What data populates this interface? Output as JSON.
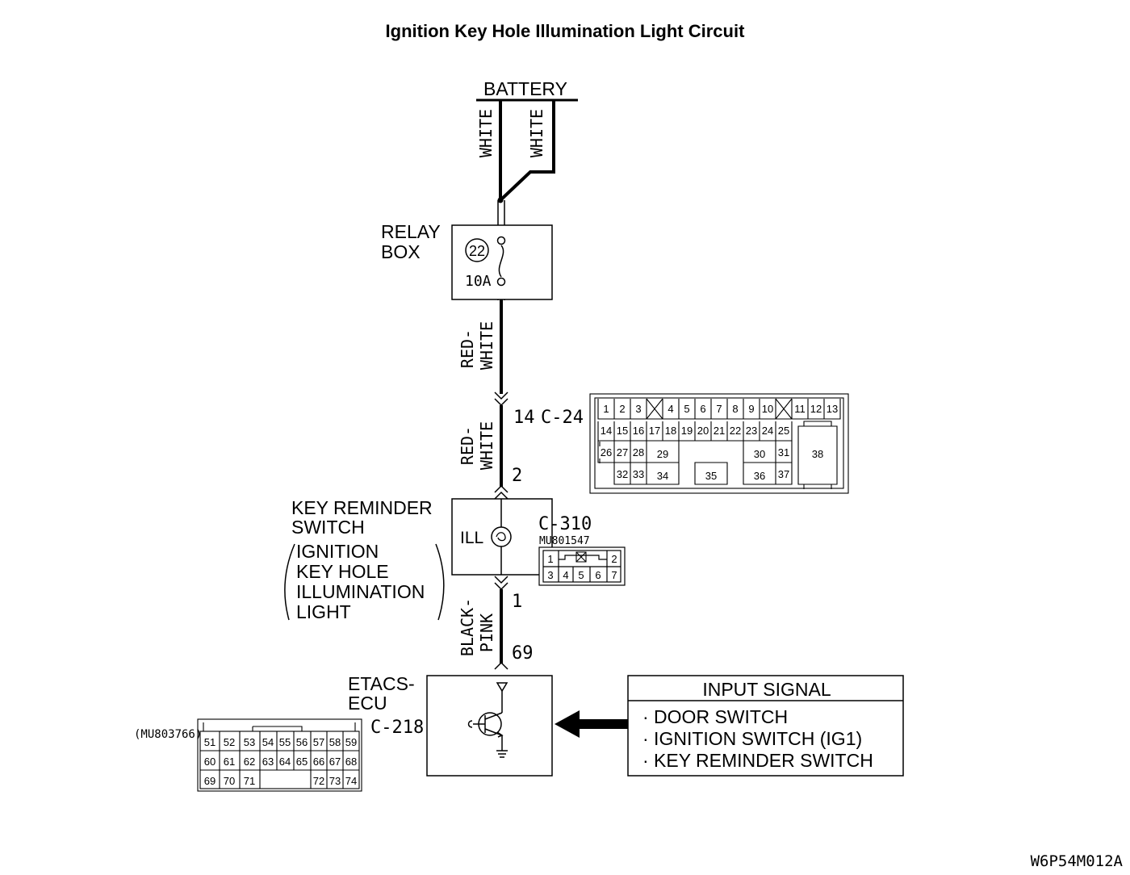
{
  "title": "Ignition Key Hole Illumination Light Circuit",
  "battery": "BATTERY",
  "wires": {
    "white_left": "WHITE",
    "white_right": "WHITE",
    "red_white_1a": "RED-",
    "red_white_1b": "WHITE",
    "red_white_2a": "RED-",
    "red_white_2b": "WHITE",
    "black_pink_a": "BLACK-",
    "black_pink_b": "PINK"
  },
  "relay_box": {
    "label_line1": "RELAY",
    "label_line2": "BOX",
    "fuse_number": "22",
    "fuse_rating": "10A"
  },
  "connector_c24": {
    "pin": "14",
    "name": "C-24",
    "pins": [
      "1",
      "2",
      "3",
      "4",
      "5",
      "6",
      "7",
      "8",
      "9",
      "10",
      "11",
      "12",
      "13",
      "14",
      "15",
      "16",
      "17",
      "18",
      "19",
      "20",
      "21",
      "22",
      "23",
      "24",
      "25",
      "26",
      "27",
      "28",
      "29",
      "30",
      "31",
      "32",
      "33",
      "34",
      "35",
      "36",
      "37",
      "38"
    ]
  },
  "key_reminder": {
    "label_line1": "KEY REMINDER",
    "label_line2": "SWITCH",
    "sub_line1": "IGNITION",
    "sub_line2": "KEY HOLE",
    "sub_line3": "ILLUMINATION",
    "sub_line4": "LIGHT",
    "ill_text": "ILL",
    "pin_top": "2",
    "pin_bottom": "1"
  },
  "connector_c310": {
    "name": "C-310",
    "part": "MU801547",
    "pins": [
      "1",
      "2",
      "3",
      "4",
      "5",
      "6",
      "7"
    ]
  },
  "etacs": {
    "label_line1": "ETACS-",
    "label_line2": "ECU",
    "connector": "C-218",
    "pin": "69"
  },
  "connector_c218": {
    "part": "(MU803766)",
    "pins": [
      "51",
      "52",
      "53",
      "54",
      "55",
      "56",
      "57",
      "58",
      "59",
      "60",
      "61",
      "62",
      "63",
      "64",
      "65",
      "66",
      "67",
      "68",
      "69",
      "70",
      "71",
      "72",
      "73",
      "74"
    ]
  },
  "input_signal": {
    "title": "INPUT SIGNAL",
    "items": [
      "· DOOR SWITCH",
      "· IGNITION SWITCH (IG1)",
      "· KEY REMINDER SWITCH"
    ]
  },
  "figure_code": "W6P54M012A"
}
